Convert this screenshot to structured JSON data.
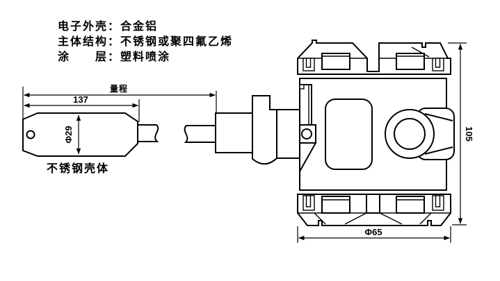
{
  "drawing": {
    "specs": [
      "电子外壳：合金铝",
      "主体结构：不锈钢或聚四氟乙烯",
      "涂　　层：塑料喷涂"
    ],
    "probe": {
      "body_label": "不锈钢壳体",
      "range_label": "量程",
      "length_dim": "137",
      "diameter_dim": "Φ29"
    },
    "housing": {
      "height_dim": "105",
      "width_dim": "Φ65"
    }
  },
  "colors": {
    "ink": "#000000",
    "background": "#ffffff"
  }
}
